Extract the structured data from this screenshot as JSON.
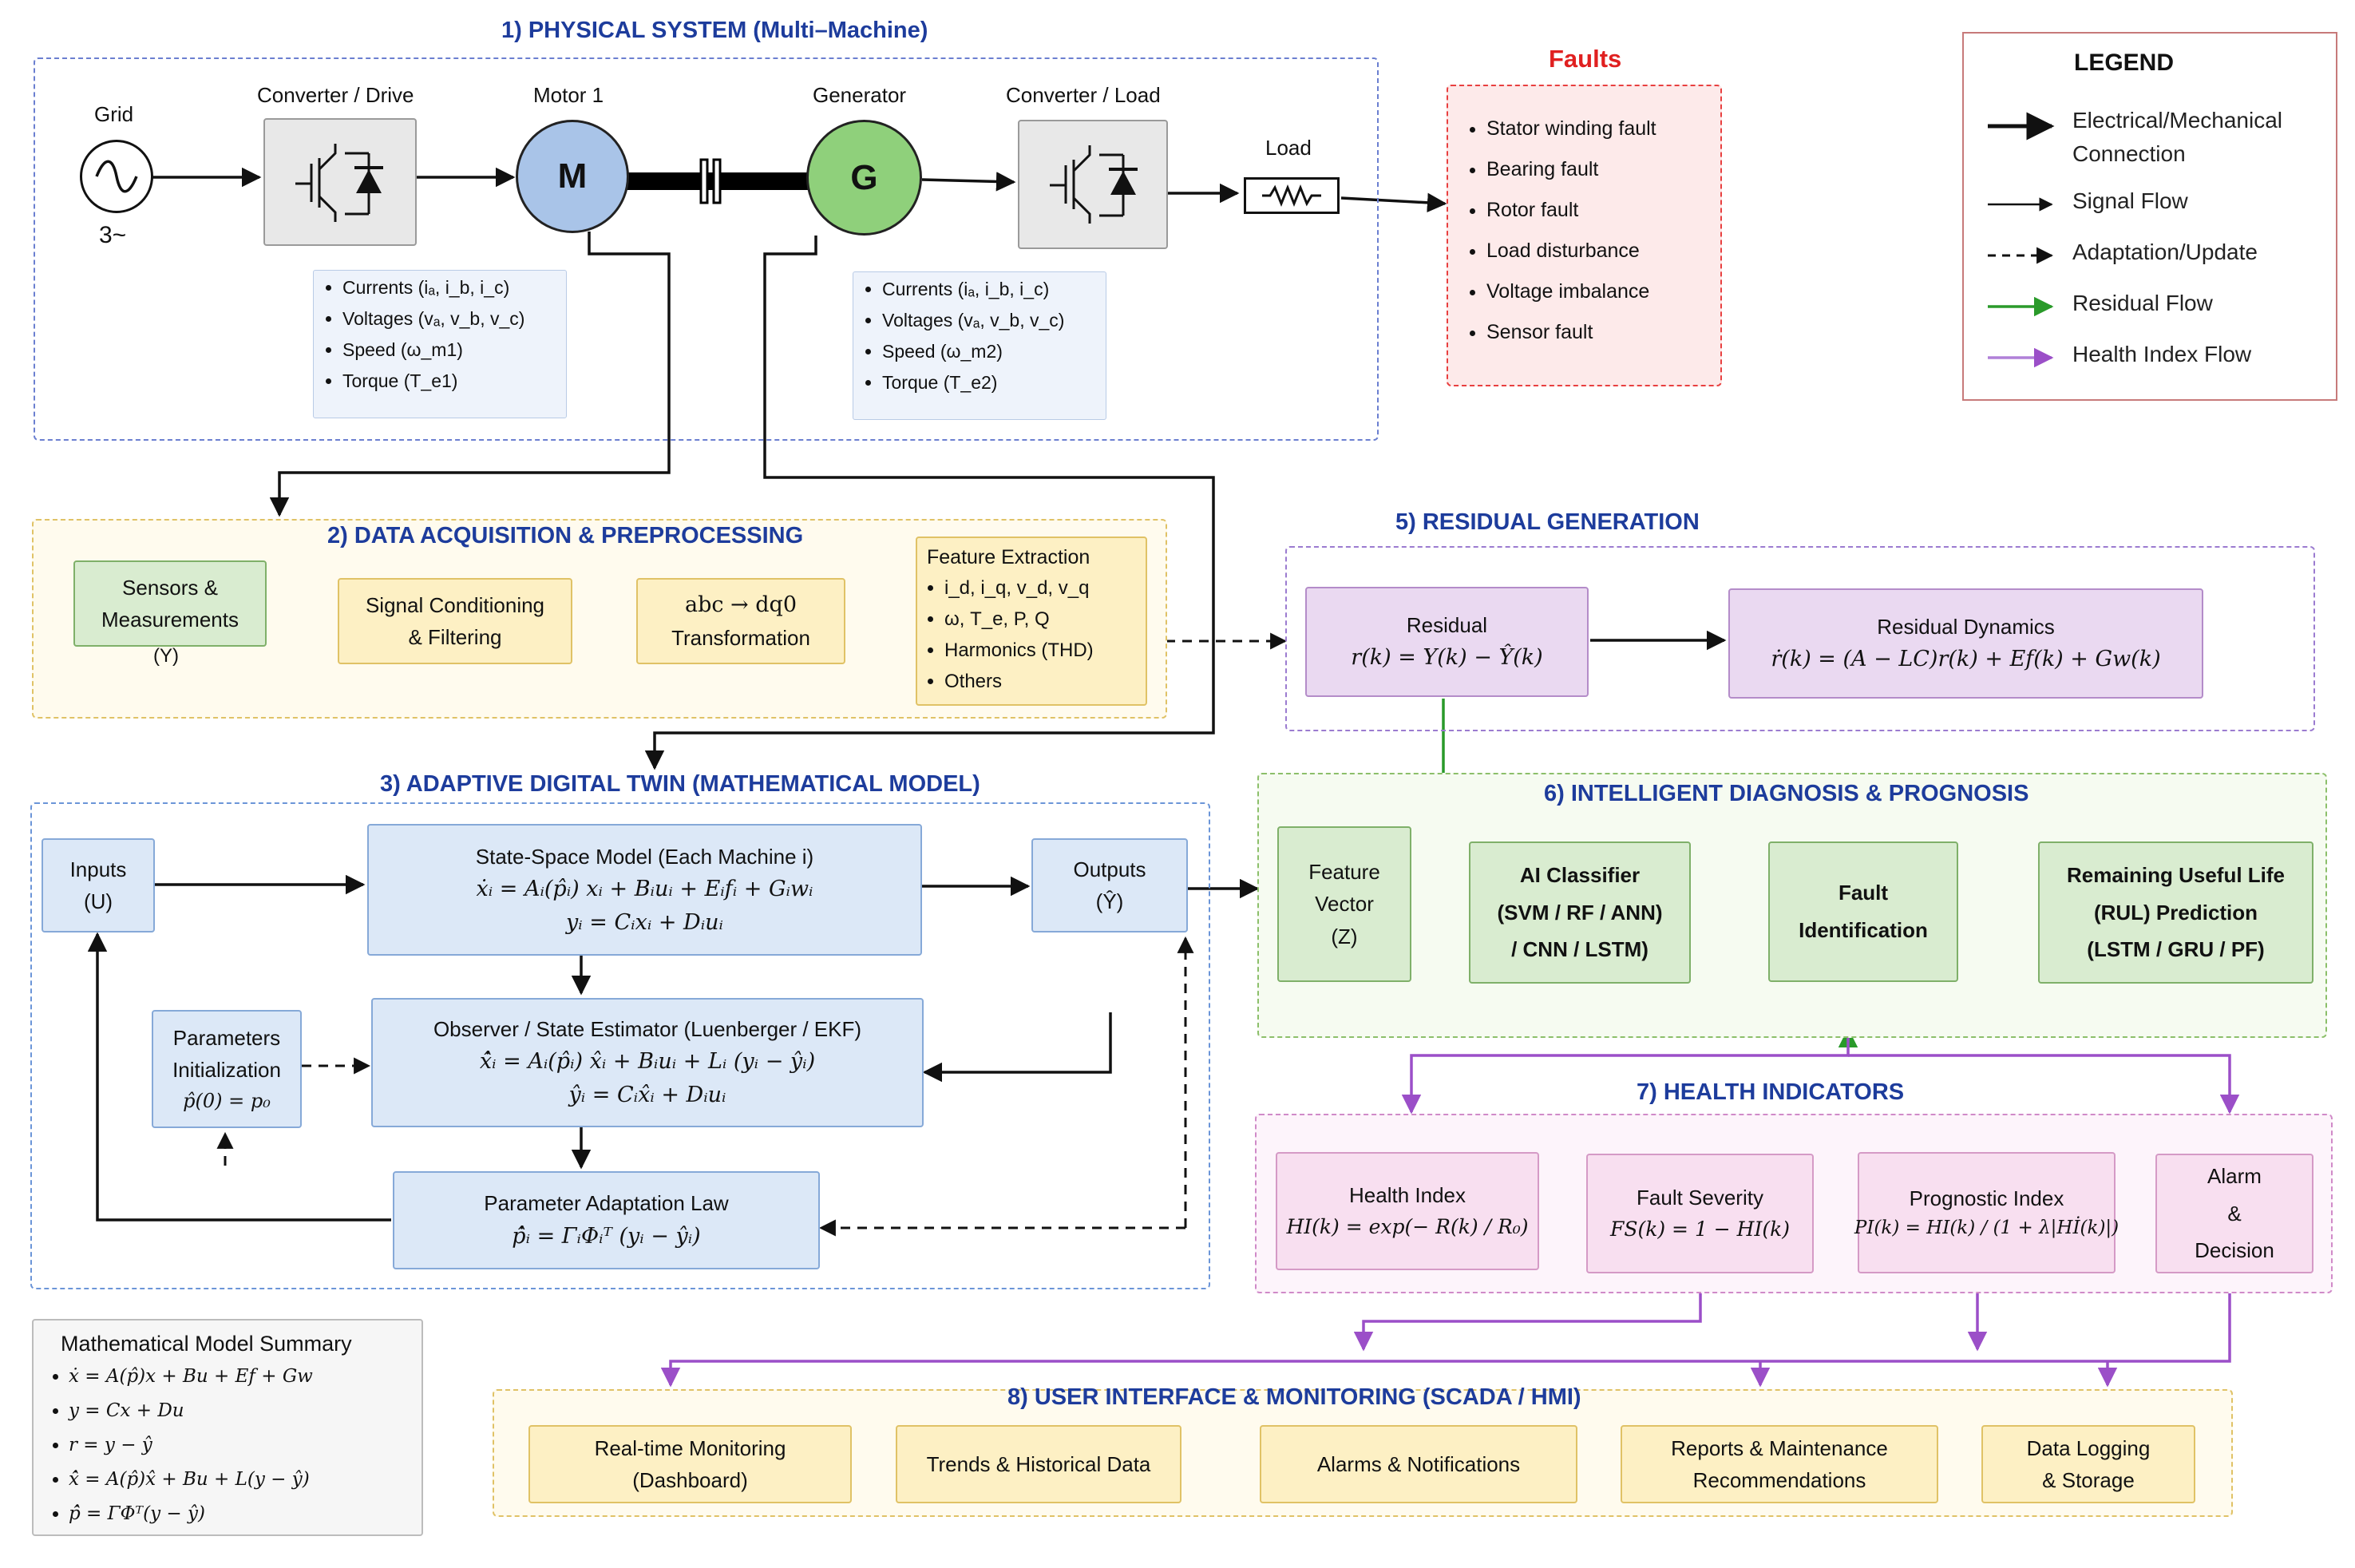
{
  "physical": {
    "title": "1) PHYSICAL SYSTEM (Multi–Machine)",
    "grid_label": "Grid",
    "grid_phase": "3~",
    "converter_drive_label": "Converter / Drive",
    "motor_label": "Motor 1",
    "motor_symbol": "M",
    "generator_label": "Generator",
    "generator_symbol": "G",
    "converter_load_label": "Converter / Load",
    "load_label": "Load",
    "motor_measurements": [
      "Currents (iₐ, i_b, i_c)",
      "Voltages (vₐ, v_b, v_c)",
      "Speed (ω_m1)",
      "Torque (T_e1)"
    ],
    "generator_measurements": [
      "Currents (iₐ, i_b, i_c)",
      "Voltages (vₐ, v_b, v_c)",
      "Speed (ω_m2)",
      "Torque (T_e2)"
    ]
  },
  "faults": {
    "title": "Faults",
    "items": [
      "Stator winding fault",
      "Bearing fault",
      "Rotor fault",
      "Load disturbance",
      "Voltage imbalance",
      "Sensor fault"
    ]
  },
  "legend": {
    "title": "LEGEND",
    "items": [
      {
        "label": "Electrical/Mechanical Connection",
        "style": "thick-black"
      },
      {
        "label": "Signal Flow",
        "style": "thin-black"
      },
      {
        "label": "Adaptation/Update",
        "style": "dashed-black"
      },
      {
        "label": "Residual Flow",
        "style": "green"
      },
      {
        "label": "Health Index Flow",
        "style": "purple"
      }
    ]
  },
  "acquisition": {
    "title": "2) DATA ACQUISITION & PREPROCESSING",
    "sensors": [
      "Sensors &",
      "Measurements",
      "(Y)"
    ],
    "conditioning": [
      "Signal Conditioning",
      "& Filtering"
    ],
    "transform": [
      "abc → dq0",
      "Transformation"
    ],
    "feature_title": "Feature Extraction",
    "features": [
      "i_d, i_q, v_d, v_q",
      "ω, T_e, P, Q",
      "Harmonics (THD)",
      "Others"
    ]
  },
  "twin": {
    "title": "3) ADAPTIVE DIGITAL TWIN (MATHEMATICAL MODEL)",
    "inputs": [
      "Inputs",
      "(U)"
    ],
    "state_space_title": "State-Space Model (Each Machine i)",
    "state_space_eq1": "ẋᵢ = Aᵢ(p̂ᵢ) xᵢ + Bᵢuᵢ + Eᵢfᵢ + Gᵢwᵢ",
    "state_space_eq2": "yᵢ = Cᵢxᵢ + Dᵢuᵢ",
    "outputs": [
      "Outputs",
      "(Ŷ)"
    ],
    "params_init": [
      "Parameters",
      "Initialization",
      "p̂(0) = p₀"
    ],
    "observer_title": "Observer / State Estimator (Luenberger / EKF)",
    "observer_eq1": "x̂̇ᵢ = Aᵢ(p̂ᵢ) x̂ᵢ + Bᵢuᵢ + Lᵢ (yᵢ − ŷᵢ)",
    "observer_eq2": "ŷᵢ = Cᵢx̂ᵢ + Dᵢuᵢ",
    "adaptation_title": "Parameter Adaptation Law",
    "adaptation_eq": "p̂̇ᵢ = ΓᵢΦᵢᵀ (yᵢ − ŷᵢ)"
  },
  "summary": {
    "title": "Mathematical Model Summary",
    "items": [
      "ẋ = A(p̂)x + Bu + Ef + Gw",
      "y = Cx + Du",
      "r = y − ŷ",
      "x̂̇ = A(p̂)x̂ + Bu + L(y − ŷ)",
      "p̂̇ = ΓΦᵀ(y − ŷ)"
    ]
  },
  "residual": {
    "title": "5) RESIDUAL GENERATION",
    "box_title": "Residual",
    "box_eq": "r(k) = Y(k) − Ŷ(k)",
    "dyn_title": "Residual Dynamics",
    "dyn_eq": "ṙ(k) = (A − LC)r(k) + Ef(k) + Gw(k)"
  },
  "diagnosis": {
    "title": "6) INTELLIGENT DIAGNOSIS & PROGNOSIS",
    "feature_vector": [
      "Feature",
      "Vector",
      "(Z)"
    ],
    "classifier": [
      "AI Classifier",
      "(SVM / RF / ANN)",
      "/ CNN / LSTM)"
    ],
    "fault_id": [
      "Fault",
      "Identification"
    ],
    "rul": [
      "Remaining Useful Life",
      "(RUL) Prediction",
      "(LSTM / GRU / PF)"
    ]
  },
  "health": {
    "title": "7) HEALTH INDICATORS",
    "hi_title": "Health Index",
    "hi_eq": "HI(k) = exp(− R(k) / R₀)",
    "fs_title": "Fault Severity",
    "fs_eq": "FS(k) = 1 − HI(k)",
    "pi_title": "Prognostic Index",
    "pi_eq": "PI(k) = HI(k) / (1 + λ|Hİ(k)|)",
    "alarm": [
      "Alarm",
      "&",
      "Decision"
    ]
  },
  "ui": {
    "title": "8) USER INTERFACE & MONITORING (SCADA / HMI)",
    "items": [
      [
        "Real-time Monitoring",
        "(Dashboard)"
      ],
      [
        "Trends & Historical Data"
      ],
      [
        "Alarms & Notifications"
      ],
      [
        "Reports & Maintenance",
        "Recommendations"
      ],
      [
        "Data Logging",
        "& Storage"
      ]
    ]
  },
  "colors": {
    "section_title": "#1d3c9c",
    "fault_red": "#e02020",
    "residual_green": "#2a9a2a",
    "health_purple": "#9b4fc8"
  }
}
